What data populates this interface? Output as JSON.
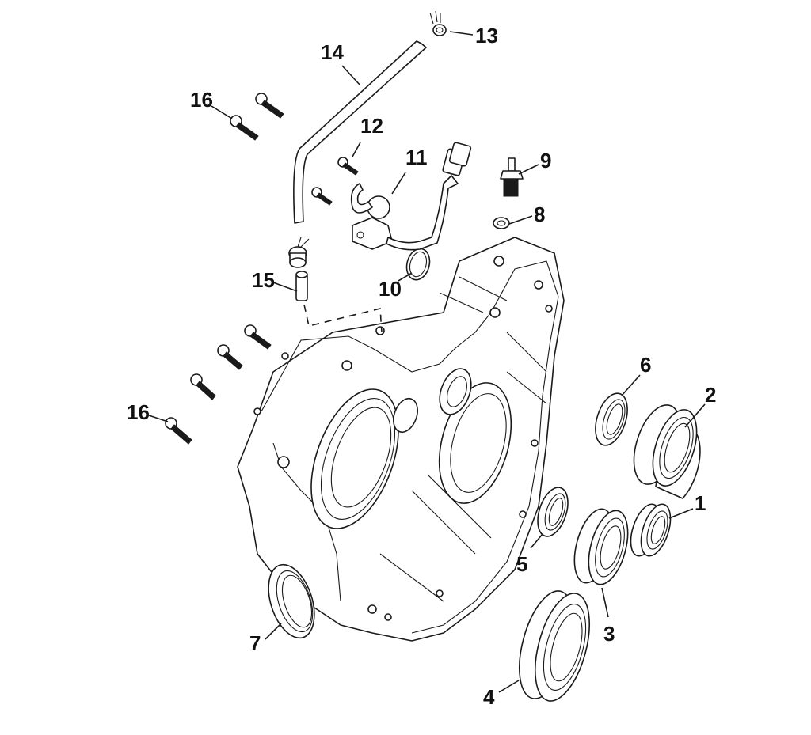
{
  "diagram": {
    "title": "Crankcase (right half) exploded parts view",
    "background": "#ffffff",
    "line_color": "#1a1a1a",
    "callouts": [
      {
        "id": "1",
        "label": "1",
        "part": "small ball bearing"
      },
      {
        "id": "2",
        "label": "2",
        "part": "ball bearing"
      },
      {
        "id": "3",
        "label": "3",
        "part": "ball bearing"
      },
      {
        "id": "4",
        "label": "4",
        "part": "large ball bearing"
      },
      {
        "id": "5",
        "label": "5",
        "part": "oil seal"
      },
      {
        "id": "6",
        "label": "6",
        "part": "oil seal"
      },
      {
        "id": "7",
        "label": "7",
        "part": "large oil seal"
      },
      {
        "id": "8",
        "label": "8",
        "part": "sealing washer"
      },
      {
        "id": "9",
        "label": "9",
        "part": "switch sensor"
      },
      {
        "id": "10",
        "label": "10",
        "part": "o-ring"
      },
      {
        "id": "11",
        "label": "11",
        "part": "sensor with wire harness"
      },
      {
        "id": "12",
        "label": "12",
        "part": "bolt"
      },
      {
        "id": "13",
        "label": "13",
        "part": "hose clamp"
      },
      {
        "id": "14",
        "label": "14",
        "part": "breather hose"
      },
      {
        "id": "15",
        "label": "15",
        "part": "hose fitting pipe"
      },
      {
        "id": "16a",
        "label": "16",
        "part": "flange bolt"
      },
      {
        "id": "16b",
        "label": "16",
        "part": "flange bolt"
      }
    ]
  }
}
